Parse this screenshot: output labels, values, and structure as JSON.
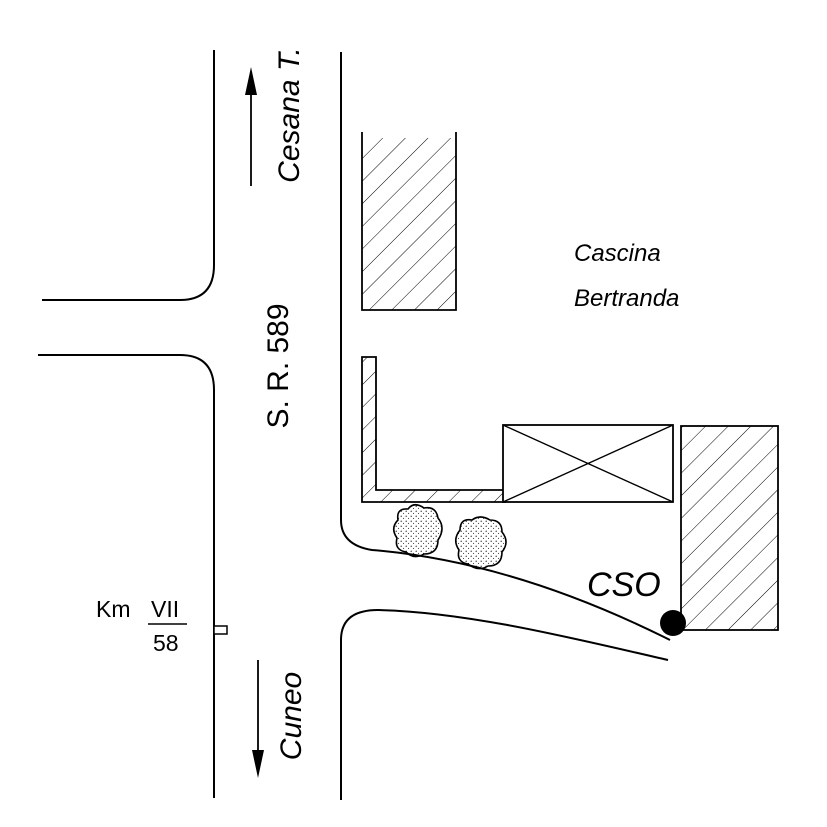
{
  "labels": {
    "road_name": "S. R. 589",
    "direction_north": "Cesana T.",
    "direction_south": "Cuneo",
    "farm_line1": "Cascina",
    "farm_line2": "Bertranda",
    "outfall": "CSO",
    "km_prefix": "Km",
    "km_roman": "VII",
    "km_number": "58"
  },
  "colors": {
    "ink": "#000000",
    "paper": "#ffffff"
  },
  "icons": {
    "north_arrow": "arrow-up-icon",
    "south_arrow": "arrow-down-icon",
    "outfall_marker": "filled-circle-icon",
    "tree": "shrub-icon"
  }
}
